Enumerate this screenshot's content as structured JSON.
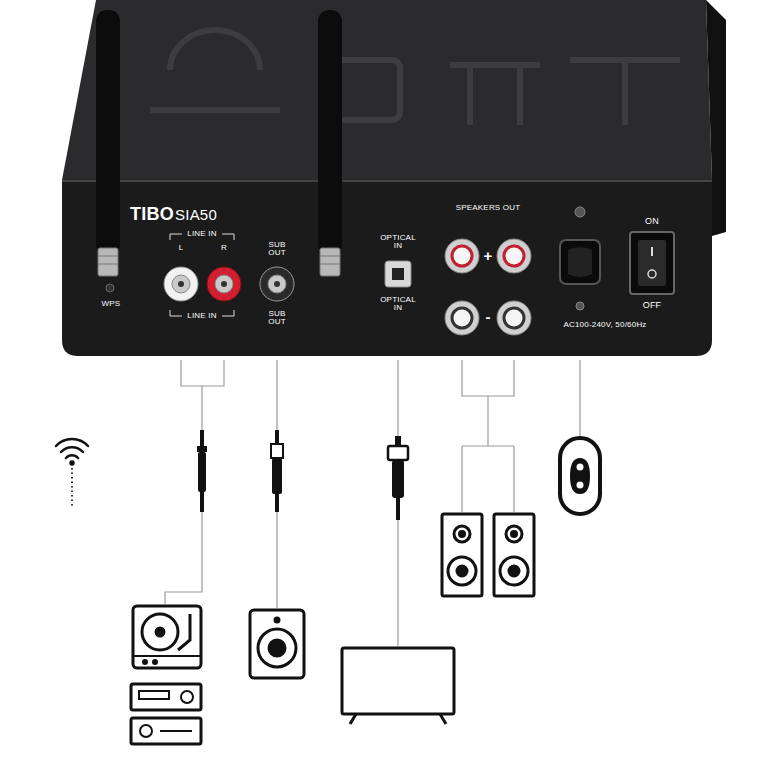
{
  "diagram": {
    "labels": [
      "TIBO",
      "SIA50",
      "WPS",
      "LINE IN",
      "L",
      "R",
      "LINE IN",
      "SUB OUT",
      "SUB OUT",
      "OPTICAL IN",
      "OPTICAL IN",
      "SPEAKERS OUT",
      "+",
      "-",
      "AC100-240V, 50/60Hz",
      "ON",
      "OFF"
    ]
  }
}
